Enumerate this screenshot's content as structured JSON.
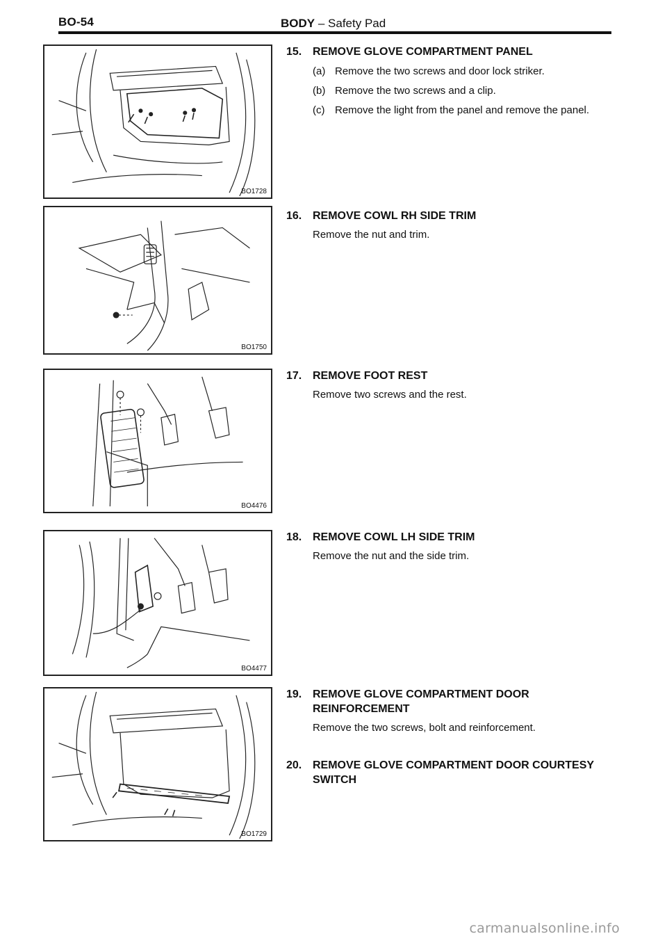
{
  "header": {
    "page_code": "BO-54",
    "section": "BODY",
    "separator": " – ",
    "subsection": "Safety Pad"
  },
  "figures": [
    {
      "code": "BO1728"
    },
    {
      "code": "BO1750"
    },
    {
      "code": "BO4476"
    },
    {
      "code": "BO4477"
    },
    {
      "code": "BO1729"
    }
  ],
  "steps": [
    {
      "number": "15.",
      "title": "REMOVE GLOVE COMPARTMENT PANEL",
      "subs": [
        {
          "label": "(a)",
          "text": "Remove the two screws and door lock striker."
        },
        {
          "label": "(b)",
          "text": "Remove the two screws and a clip."
        },
        {
          "label": "(c)",
          "text": "Remove the light from the panel and remove the panel."
        }
      ]
    },
    {
      "number": "16.",
      "title": "REMOVE COWL RH SIDE TRIM",
      "text": "Remove the nut and trim."
    },
    {
      "number": "17.",
      "title": "REMOVE FOOT REST",
      "text": "Remove two screws and the rest."
    },
    {
      "number": "18.",
      "title": "REMOVE COWL LH SIDE TRIM",
      "text": "Remove the nut and the side trim."
    },
    {
      "number": "19.",
      "title_line1": "REMOVE GLOVE COMPARTMENT DOOR",
      "title_line2": "REINFORCEMENT",
      "text": "Remove the two screws, bolt and reinforcement."
    },
    {
      "number": "20.",
      "title_line1": "REMOVE GLOVE COMPARTMENT DOOR COURTESY",
      "title_line2": "SWITCH"
    }
  ],
  "watermark": "carmanualsonline.info"
}
